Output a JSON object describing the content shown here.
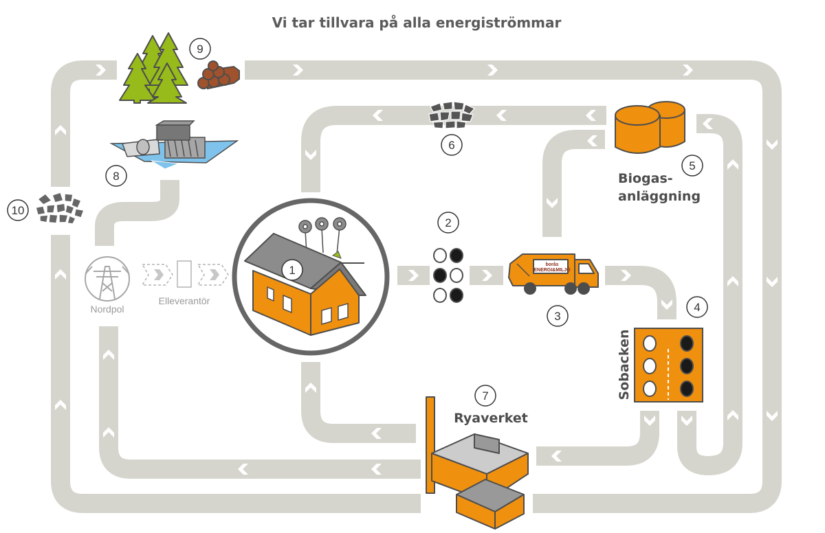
{
  "title": "Vi tar tillvara på alla energiströmmar",
  "nodes": {
    "house": "1",
    "bags": "2",
    "truck": "3",
    "sobacken": "4",
    "biogas": "5",
    "compost": "6",
    "ryaverket": "7",
    "hydro": "8",
    "forest": "9",
    "chips": "10"
  },
  "labels": {
    "biogas_line1": "Biogas-",
    "biogas_line2": "anläggning",
    "sobacken": "Sobacken",
    "ryaverket": "Ryaverket",
    "nordpol": "Nordpol",
    "elleverantor": "Elleverantör",
    "truck_logo_line1": "borås",
    "truck_logo_line2": "ENERGI&MILJÖ"
  },
  "colors": {
    "flow": "#d6d5cd",
    "flow_arrow": "#ffffff",
    "orange": "#f0900f",
    "outline": "#4d4d4d",
    "roof": "#8c8c8c",
    "dark": "#555555",
    "green": "#96bb1a",
    "wood": "#a0522d",
    "water": "#7fc3ec"
  }
}
